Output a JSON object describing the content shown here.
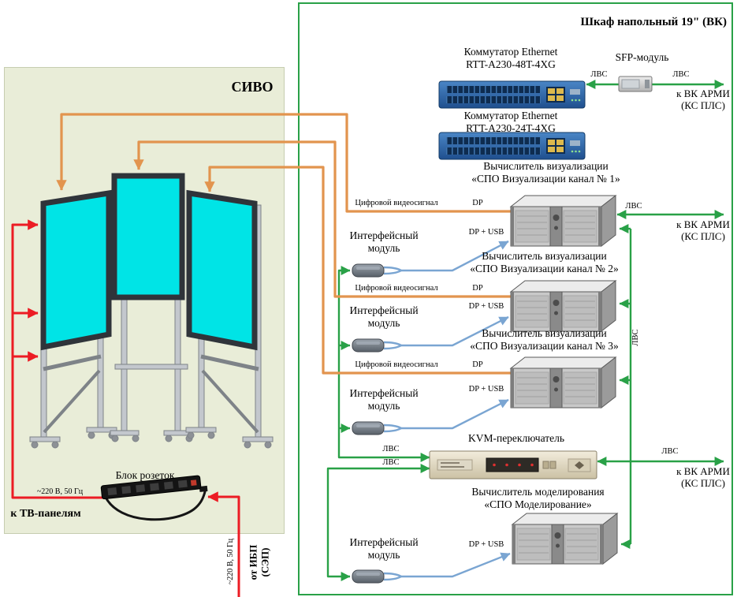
{
  "titles": {
    "sivo": "СИВО",
    "cabinet": "Шкаф напольный 19\" (ВК)"
  },
  "devices": {
    "switch1": {
      "name": "Коммутатор Ethernet",
      "model": "RTT-A230-48T-4XG"
    },
    "switch2": {
      "name": "Коммутатор Ethernet",
      "model": "RTT-A230-24T-4XG"
    },
    "sfp": {
      "label": "SFP-модуль"
    },
    "server1": {
      "name": "Вычислитель визуализации",
      "sub": "«СПО Визуализации канал № 1»"
    },
    "server2": {
      "name": "Вычислитель визуализации",
      "sub": "«СПО Визуализации канал № 2»"
    },
    "server3": {
      "name": "Вычислитель визуализации",
      "sub": "«СПО Визуализации канал № 3»"
    },
    "modeling_server": {
      "name": "Вычислитель моделирования",
      "sub": "«СПО Моделирование»"
    },
    "kvm": {
      "label": "KVM-переключатель"
    },
    "interface_module": {
      "line1": "Интерфейсный",
      "line2": "модуль"
    },
    "power_strip": {
      "label": "Блок розеток"
    }
  },
  "connections": {
    "lvs": "ЛВС",
    "dp": "DP",
    "dp_usb": "DP + USB",
    "digital_video": "Цифровой видеосигнал",
    "vk_armi_line1": "к ВК АРМИ",
    "vk_armi_line2": "(КС ПЛС)",
    "to_tv_panels": "к ТВ-панелям",
    "v220": "~220 В, 50 Гц",
    "ups_line1": "от ИБП",
    "ups_line2": "(СЭП)"
  },
  "colors": {
    "lvs_green": "#29a147",
    "video_orange": "#e2944e",
    "dp_usb_blue": "#7aa5d2",
    "power_red": "#ec1c24",
    "screen_cyan": "#00e4e6"
  }
}
